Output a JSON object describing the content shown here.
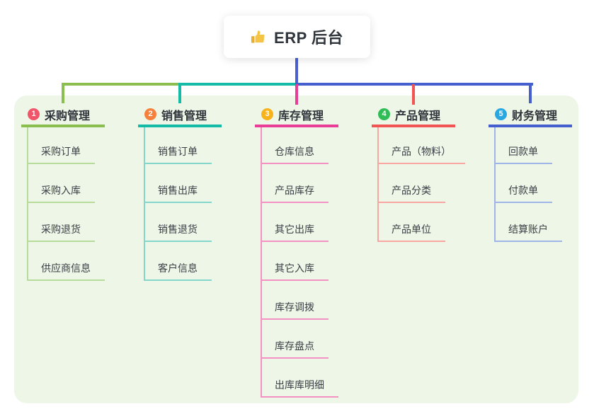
{
  "root": {
    "label": "ERP 后台",
    "icon": "thumbs-up"
  },
  "colors": {
    "canvas_bg": "#ffffff",
    "panel_bg": "#edf6e7",
    "root_card_bg": "#ffffff",
    "root_connector": "#4a5fd1",
    "thumb_yellow": "#f6c445",
    "thumb_cuff": "#e9ae35",
    "title_text": "#30353c",
    "child_text": "#3a3f46"
  },
  "branches": [
    {
      "badge": "1",
      "label": "采购管理",
      "badge_color": "#f2556a",
      "line_color": "#8abf50",
      "child_line_color": "#b6db9b",
      "children": [
        "采购订单",
        "采购入库",
        "采购退货",
        "供应商信息"
      ]
    },
    {
      "badge": "2",
      "label": "销售管理",
      "badge_color": "#f6813d",
      "line_color": "#14bca7",
      "child_line_color": "#85d6ca",
      "children": [
        "销售订单",
        "销售出库",
        "销售退货",
        "客户信息"
      ]
    },
    {
      "badge": "3",
      "label": "库存管理",
      "badge_color": "#f8b31c",
      "line_color": "#ea3d97",
      "child_line_color": "#f391c3",
      "children": [
        "仓库信息",
        "产品库存",
        "其它出库",
        "其它入库",
        "库存调拨",
        "库存盘点",
        "出库库明细"
      ]
    },
    {
      "badge": "4",
      "label": "产品管理",
      "badge_color": "#31bd56",
      "line_color": "#f15453",
      "child_line_color": "#f8a6a1",
      "children": [
        "产品（物料）",
        "产品分类",
        "产品单位"
      ]
    },
    {
      "badge": "5",
      "label": "财务管理",
      "badge_color": "#2aa7e0",
      "line_color": "#4560ce",
      "child_line_color": "#9fb5e8",
      "children": [
        "回款单",
        "付款单",
        "结算账户"
      ]
    }
  ]
}
